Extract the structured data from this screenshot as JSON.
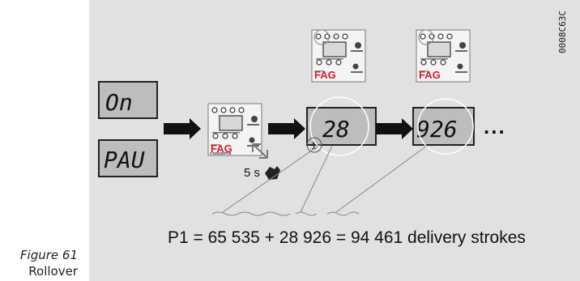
{
  "figure": {
    "number": "Figure 61",
    "title": "Rollover"
  },
  "doc_code": "0008C63C",
  "displays": {
    "on": "On",
    "pau": "PAU",
    "low": "28",
    "high": "926"
  },
  "device": {
    "brand": "FAG",
    "subbrand": "CONCEPT8"
  },
  "hold_time": "5 s",
  "callout_number": "1",
  "continuation": "...",
  "formula": "P1 = 65 535 + 28 926 = 94 461 delivery strokes"
}
